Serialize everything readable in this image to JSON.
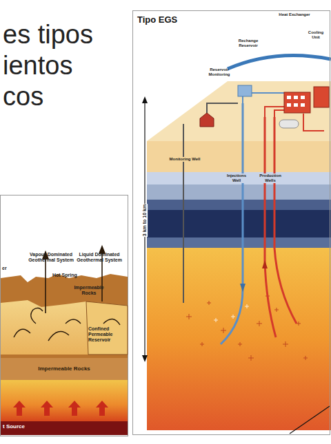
{
  "diagram": {
    "title": "es tipos ientos cos",
    "nodes": [
      {
        "text": [
          "Tipo EGS"
        ]
      },
      {
        "text": [
          "Impermeable Rocks"
        ]
      },
      {
        "text": [
          "t Source"
        ]
      }
    ],
    "labels": [
      "Vapour Dominated Geothermal System",
      "Liquid Dominated Geothermal System",
      "er",
      "Hot Spring",
      "Impermeable Rocks",
      "Confined Permeable Reservoir",
      "Heat Exchanger",
      "Rechange Reservoir",
      "Cooling Unit",
      "Reservoir Monitoring",
      "Monitoring Well",
      "Injections Well",
      "Production Wells",
      "3 km to 10 km"
    ]
  }
}
